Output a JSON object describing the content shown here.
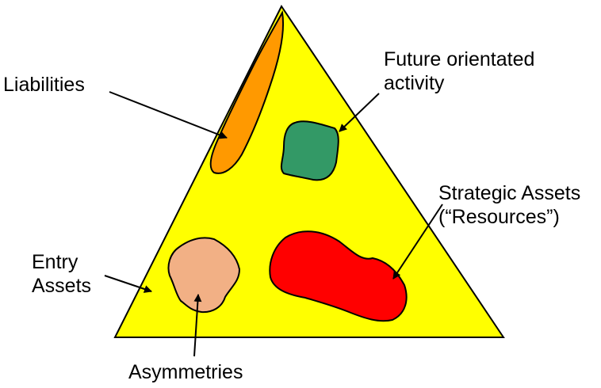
{
  "colors": {
    "triangle": "#ffff00",
    "liabilities": "#ff9900",
    "future": "#339966",
    "strategic": "#ff0000",
    "asymmetries": "#f2b085",
    "outline": "#000000",
    "background": "#ffffff"
  },
  "labels": {
    "liabilities": "Liabilities",
    "future_line1": "Future orientated",
    "future_line2": "activity",
    "strategic_line1": "Strategic Assets",
    "strategic_line2": "(“Resources”)",
    "entry_line1": "Entry",
    "entry_line2": "Assets",
    "asymmetries": "Asymmetries"
  }
}
